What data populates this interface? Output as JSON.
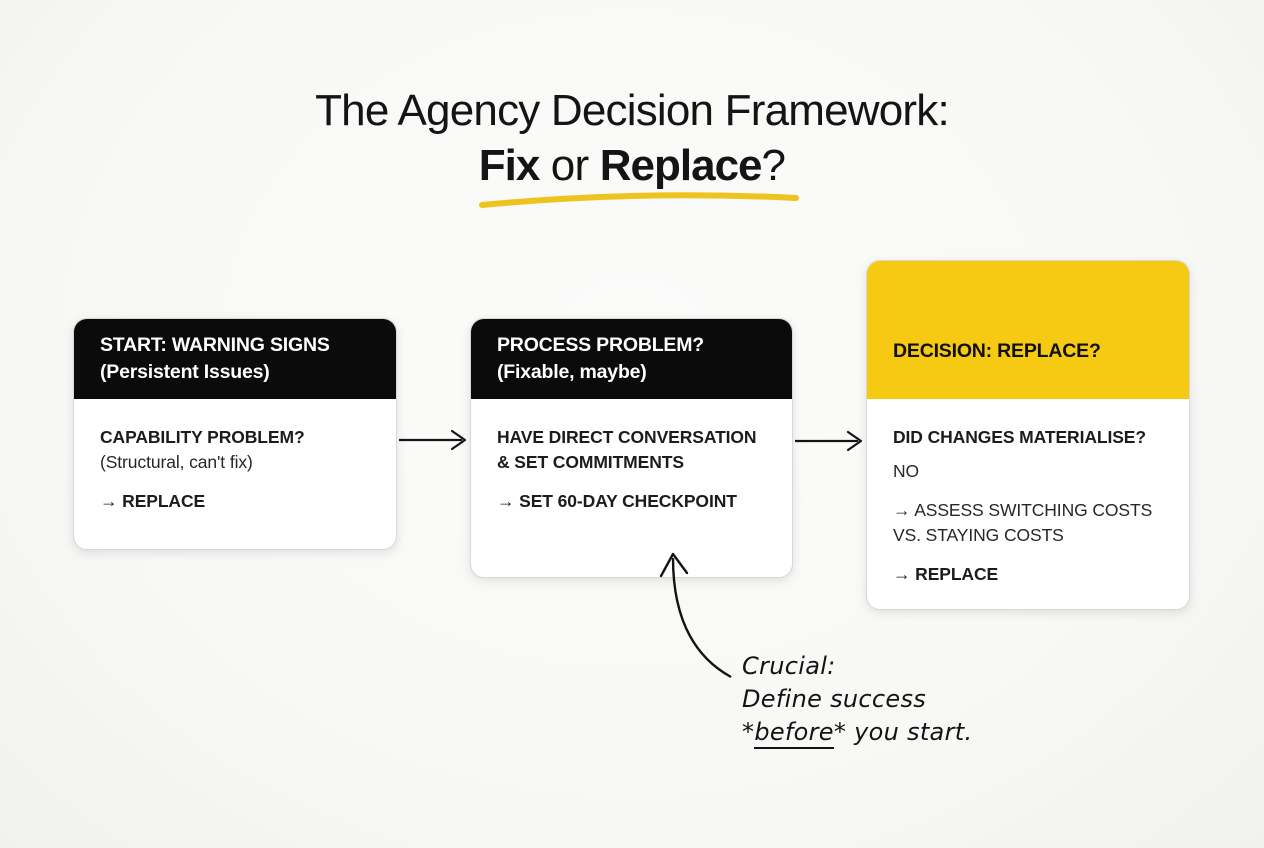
{
  "page": {
    "background": "#f8f8f6",
    "accent_yellow": "#f6c913",
    "header_black": "#0b0b0b",
    "ink": "#141414"
  },
  "title": {
    "line1": "The Agency Decision Framework:",
    "line2": {
      "fix": "Fix",
      "or": " or ",
      "replace": "Replace",
      "qmark": "?"
    }
  },
  "cards": [
    {
      "header": {
        "line1": "START: WARNING SIGNS",
        "line2": "(Persistent Issues)"
      },
      "body": {
        "question": "CAPABILITY PROBLEM?",
        "note": "(Structural, can't fix)",
        "action": "→ REPLACE"
      }
    },
    {
      "header": {
        "line1": "PROCESS PROBLEM?",
        "line2": "(Fixable, maybe)"
      },
      "body": {
        "statement": "HAVE DIRECT CONVERSATION & SET COMMITMENTS",
        "action": "→ SET 60-DAY CHECKPOINT"
      }
    },
    {
      "header": {
        "line1": "DECISION: REPLACE?"
      },
      "body": {
        "question": "DID CHANGES MATERIALISE?",
        "answer": "NO",
        "assess": "→ ASSESS SWITCHING COSTS VS. STAYING COSTS",
        "action": "→ REPLACE"
      }
    }
  ],
  "annotation": {
    "line1": "Crucial:",
    "line2": "Define success",
    "line3_pre": "*",
    "line3_underline": "before",
    "line3_post": "* you start."
  }
}
